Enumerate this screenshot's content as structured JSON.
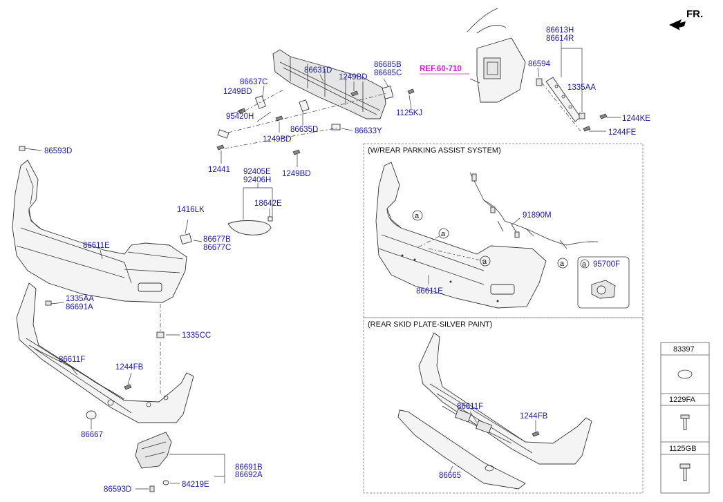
{
  "header": {
    "direction_label": "FR."
  },
  "reference": {
    "label": "REF.60-710"
  },
  "labels": {
    "p86593D_top": "86593D",
    "p86611E": "86611E",
    "p1416LK": "1416LK",
    "p86677B": "86677B",
    "p86677C": "86677C",
    "p1335AA_left": "1335AA",
    "p86691A": "86691A",
    "p1335CC": "1335CC",
    "p86611F": "86611F",
    "p1244FB": "1244FB",
    "p86667": "86667",
    "p86691B": "86691B",
    "p86692A": "86692A",
    "p84219E": "84219E",
    "p86593D_bottom": "86593D",
    "p92405E": "92405E",
    "p92406H": "92406H",
    "p18642E": "18642E",
    "p12441": "12441",
    "p95420H": "95420H",
    "p1249BD_a": "1249BD",
    "p86637C": "86637C",
    "p86631D": "86631D",
    "p1249BD_b": "1249BD",
    "p86685B": "86685B",
    "p86685C": "86685C",
    "p1125KJ": "1125KJ",
    "p86635D": "86635D",
    "p1249BD_c": "1249BD",
    "p86633Y": "86633Y",
    "p1249BD_d": "1249BD",
    "p86613H": "86613H",
    "p86614R": "86614R",
    "p86594": "86594",
    "p1335AA_right": "1335AA",
    "p1244KE": "1244KE",
    "p1244FE": "1244FE"
  },
  "parking_assist": {
    "title": "(W/REAR PARKING ASSIST SYSTEM)",
    "bumper_label": "86611E",
    "harness_label": "91890M",
    "callout": "a",
    "sensor_label": "95700F"
  },
  "skid_plate": {
    "title": "(REAR SKID PLATE-SILVER PAINT)",
    "cover_label": "86611F",
    "screw_label": "1244FB",
    "plate_label": "86665"
  },
  "fastener_table": [
    {
      "code": "83397"
    },
    {
      "code": "1229FA"
    },
    {
      "code": "1125GB"
    }
  ]
}
